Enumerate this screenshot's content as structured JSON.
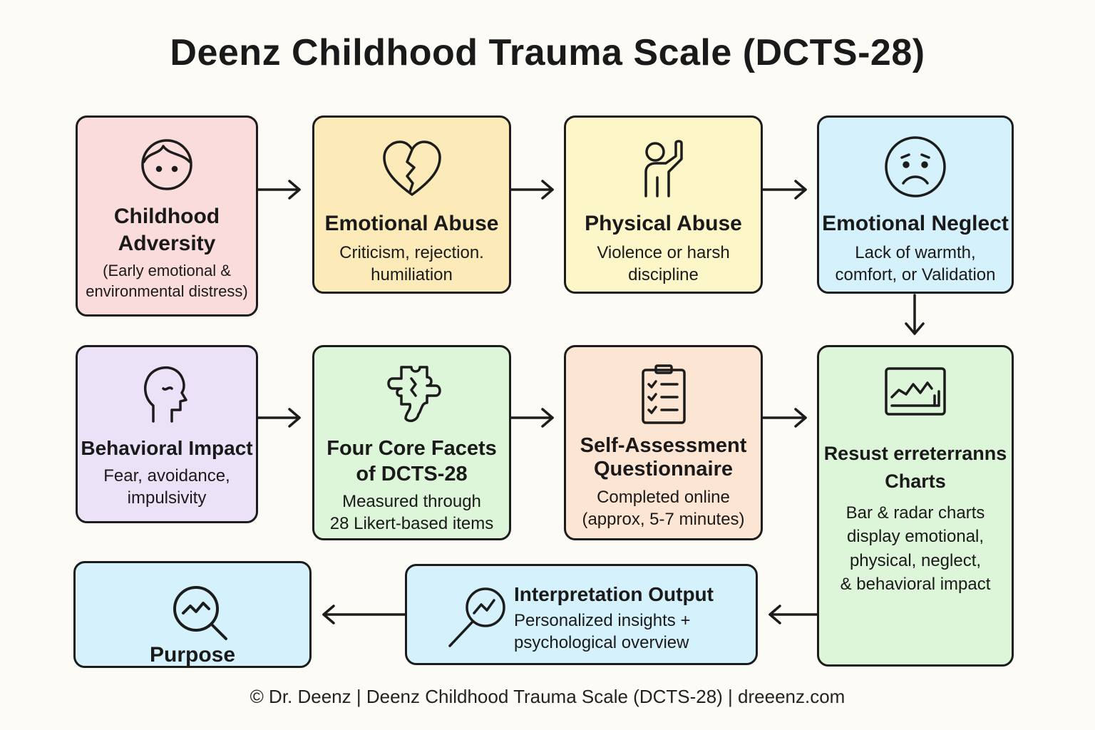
{
  "title": "Deenz Childhood Trauma Scale (DCTS-28)",
  "boxes": {
    "adversity": {
      "title_line1": "Childhood",
      "title_line2": "Adversity",
      "desc_line1": "(Early emotional &",
      "desc_line2": "environmental distress)",
      "icon": "child-face-icon"
    },
    "emotional_abuse": {
      "title": "Emotional Abuse",
      "desc_line1": "Criticism, rejection.",
      "desc_line2": "humiliation",
      "icon": "broken-heart-icon"
    },
    "physical_abuse": {
      "title": "Physical Abuse",
      "desc_line1": "Violence or harsh",
      "desc_line2": "discipline",
      "icon": "raised-hand-person-icon"
    },
    "emotional_neglect": {
      "title": "Emotional Neglect",
      "desc_line1": "Lack of warmth,",
      "desc_line2": "comfort, or Validation",
      "icon": "sad-face-icon"
    },
    "behavioral_impact": {
      "title": "Behavioral Impact",
      "desc_line1": "Fear, avoidance,",
      "desc_line2": "impulsivity",
      "icon": "head-profile-icon"
    },
    "four_facets": {
      "title_line1": "Four Core Facets",
      "title_line2": "of DCTS-28",
      "desc_line1": "Measured through",
      "desc_line2": "28 Likert-based items",
      "icon": "puzzle-icon"
    },
    "self_assessment": {
      "title_line1": "Self-Assessment",
      "title_line2": "Questionnaire",
      "desc_line1": "Completed online",
      "desc_line2": "(approx, 5-7 minutes)",
      "icon": "clipboard-checklist-icon"
    },
    "result_charts": {
      "title_line1": "Resust erreterranns",
      "title_line2": "Charts",
      "desc_line1": "Bar & radar charts",
      "desc_line2": "display emotional,",
      "desc_line3": "physical, neglect,",
      "desc_line4": "& behavioral impact",
      "icon": "line-chart-icon"
    },
    "interpretation": {
      "title": "Interpretation Output",
      "desc_line1": "Personalized insights +",
      "desc_line2": "psychological overview",
      "icon": "magnifier-chart-icon"
    },
    "purpose": {
      "title": "Purpose",
      "icon": "search-trend-icon"
    }
  },
  "footer": "© Dr. Deenz  |  Deenz Childhood Trauma Scale (DCTS-28) | dreeenz.com",
  "colors": {
    "pink": "#fbdcdc",
    "yellow": "#fcebb8",
    "light_yellow": "#fdf6c8",
    "blue": "#d5f1fb",
    "purple": "#ece2f8",
    "green": "#ddf5d8",
    "peach": "#fde5d3"
  }
}
